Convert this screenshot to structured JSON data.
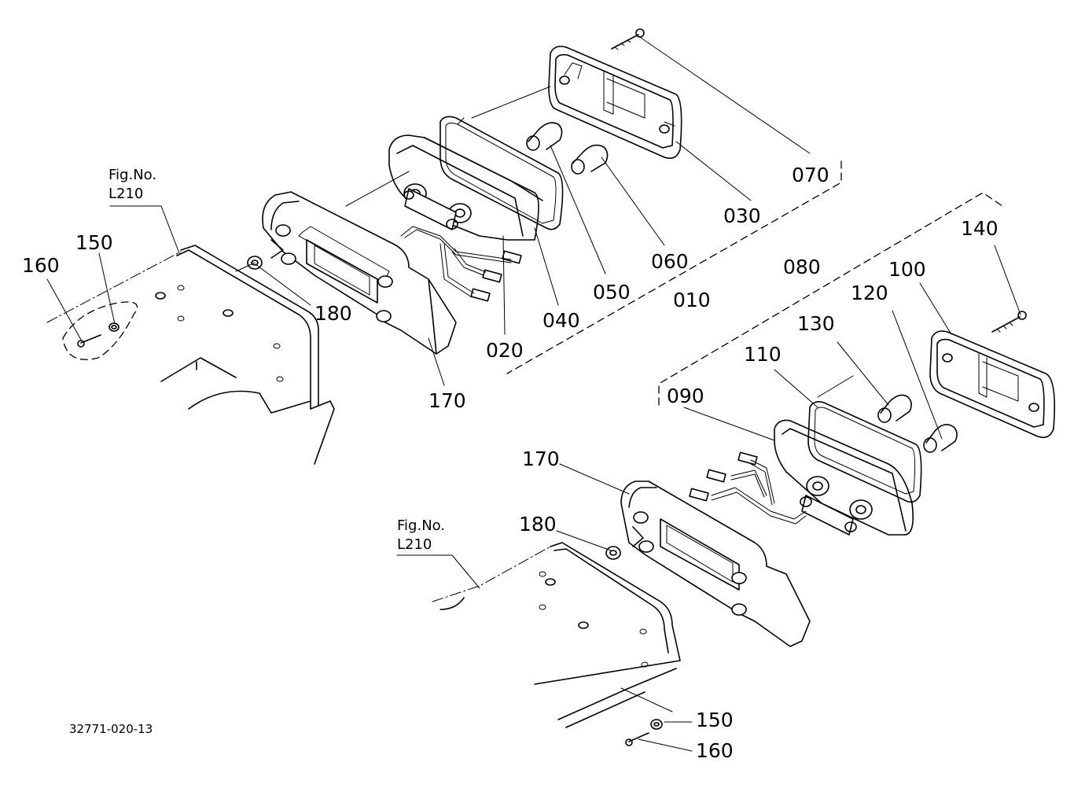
{
  "figure_refs": [
    "Fig.No.",
    "L210",
    "Fig.No.",
    "L210"
  ],
  "drawing_code": "32771-020-13",
  "labels": {
    "p070": "070",
    "p030": "030",
    "p060": "060",
    "p050": "050",
    "p010": "010",
    "p040": "040",
    "p020": "020",
    "p170_upper": "170",
    "p180_upper": "180",
    "p150_upper": "150",
    "p160_upper": "160",
    "p140": "140",
    "p100": "100",
    "p080": "080",
    "p120": "120",
    "p130": "130",
    "p110": "110",
    "p090": "090",
    "p170_lower": "170",
    "p180_lower": "180",
    "p150_lower": "150",
    "p160_lower": "160"
  },
  "colors": {
    "line": "#000000",
    "background": "#ffffff"
  }
}
